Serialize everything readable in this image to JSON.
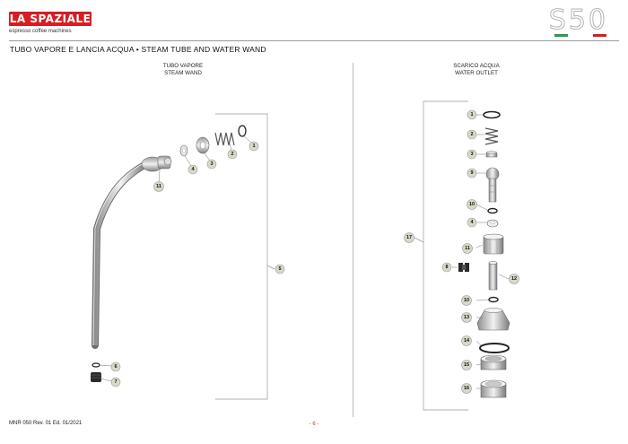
{
  "header": {
    "brand": "LA SPAZIALE",
    "tagline": "espresso coffee machines",
    "model": "S50",
    "flag_colors": [
      "#2e9a48",
      "#ffffff",
      "#d41e26"
    ]
  },
  "page_title": "TUBO VAPORE E LANCIA ACQUA • STEAM TUBE AND WATER WAND",
  "left_section": {
    "title_it": "TUBO VAPORE",
    "title_en": "STEAM WAND",
    "callouts": [
      "1",
      "2",
      "3",
      "4",
      "11",
      "5",
      "6",
      "7"
    ]
  },
  "right_section": {
    "title_it": "SCARICO ACQUA",
    "title_en": "WATER OUTLET",
    "callouts": [
      "1",
      "2",
      "3",
      "9",
      "10",
      "4",
      "17",
      "11",
      "8",
      "12",
      "10",
      "13",
      "14",
      "15",
      "16"
    ]
  },
  "footer": {
    "doc_info": "MNR 050   Rev.  01 Ed.  01/2021",
    "page": "- 6 -"
  },
  "colors": {
    "brand_red": "#d41e26",
    "badge_fill": "#d9d9c8",
    "line_gray": "#999999"
  }
}
